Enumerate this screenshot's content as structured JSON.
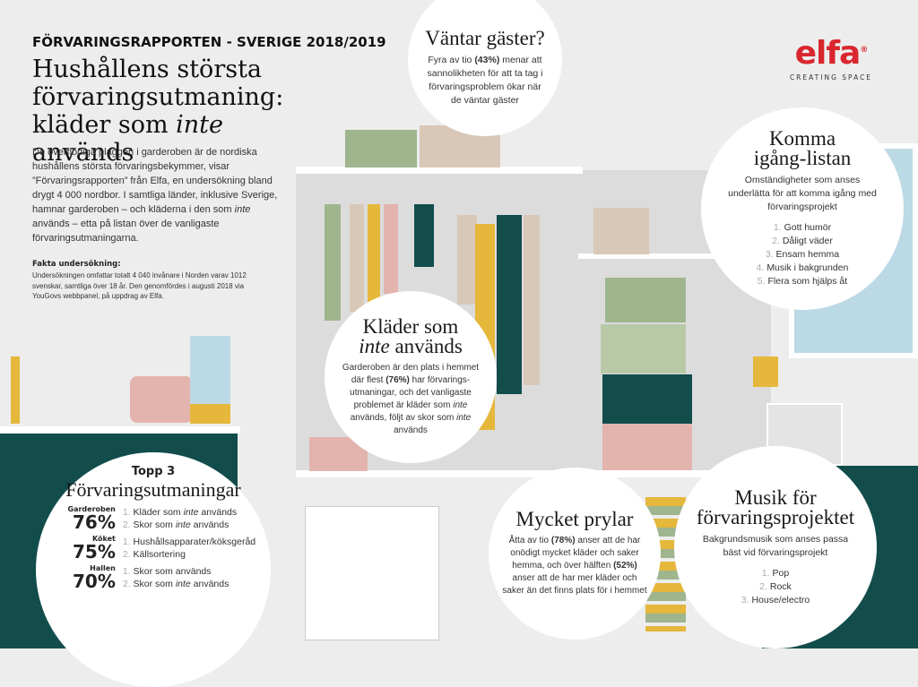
{
  "header": {
    "report_title": "FÖRVARINGSRAPPORTEN - SVERIGE 2018/2019",
    "headline_line1": "Hushållens största",
    "headline_line2": "förvaringsutmaning:",
    "headline_line3_a": "kläder som ",
    "headline_line3_italic": "inte",
    "headline_line3_b": " används",
    "intro_a": "De överflödiga plaggen i garderoben är de nordiska hushållens största förvaringsbekymmer, visar ”Förvaringsrapporten” från Elfa, en undersökning bland drygt 4 000 nordbor. I samtliga länder, inklusive Sverige, hamnar garderoben – och kläderna i den som ",
    "intro_italic": "inte",
    "intro_b": " används – etta på listan över de vanligaste förvaringsutmaningarna.",
    "facts_title": "Fakta undersökning:",
    "facts_text": "Undersökningen omfattar totalt 4 040 invånare i Norden varav 1012 svenskar, samtliga över 18 år. Den genomfördes i augusti 2018 via YouGovs webbpanel, på uppdrag av Elfa."
  },
  "logo": {
    "brand": "elfa",
    "tagline": "CREATING SPACE",
    "color": "#d9262e"
  },
  "guests": {
    "title": "Väntar gäster?",
    "text_a": "Fyra av tio ",
    "pct": "(43%)",
    "text_b": " menar att sannolikheten för att ta tag i förvaringsproblem ökar när de väntar gäster"
  },
  "kickoff": {
    "title_1": "Komma",
    "title_2": "igång-listan",
    "text": "Omständigheter som anses underlätta för att komma igång med förvaringsprojekt",
    "items": [
      {
        "n": "1.",
        "t": "Gott humör"
      },
      {
        "n": "2.",
        "t": "Dåligt väder"
      },
      {
        "n": "3.",
        "t": "Ensam hemma"
      },
      {
        "n": "4.",
        "t": "Musik i bakgrunden"
      },
      {
        "n": "5.",
        "t": "Flera som hjälps åt"
      }
    ]
  },
  "clothes": {
    "title_1": "Kläder som",
    "title_2_italic": "inte",
    "title_2_b": " används",
    "text_a": "Garderoben är den plats i hemmet där flest ",
    "pct": "(76%)",
    "text_b": " har förvarings-utmaningar, och det vanligaste problemet är kläder som ",
    "it1": "inte",
    "text_c": " används, följt av skor som ",
    "it2": "inte",
    "text_d": " används"
  },
  "top3": {
    "kicker": "Topp 3",
    "title": "Förvaringsutmaningar",
    "rooms": [
      {
        "room": "Garderoben",
        "pct": "76%",
        "items": [
          {
            "n": "1.",
            "a": "Kläder som ",
            "i": "inte",
            "b": " används"
          },
          {
            "n": "2.",
            "a": "Skor som ",
            "i": "inte",
            "b": " används"
          }
        ]
      },
      {
        "room": "Köket",
        "pct": "75%",
        "items": [
          {
            "n": "1.",
            "a": "Hushållsapparater/köksgeråd",
            "i": "",
            "b": ""
          },
          {
            "n": "2.",
            "a": "Källsortering",
            "i": "",
            "b": ""
          }
        ]
      },
      {
        "room": "Hallen",
        "pct": "70%",
        "items": [
          {
            "n": "1.",
            "a": "Skor som används",
            "i": "",
            "b": ""
          },
          {
            "n": "2.",
            "a": "Skor som ",
            "i": "inte",
            "b": " används"
          }
        ]
      }
    ]
  },
  "stuff": {
    "title": "Mycket prylar",
    "text_a": "Åtta av tio ",
    "pct1": "(78%)",
    "text_b": " anser att de har onödigt mycket kläder och saker hemma, och över hälften ",
    "pct2": "(52%)",
    "text_c": " anser att de har mer kläder och saker än det finns plats för i hemmet"
  },
  "music": {
    "title_1": "Musik för",
    "title_2": "förvaringsprojektet",
    "text": "Bakgrundsmusik som anses passa bäst vid förvaringsprojekt",
    "items": [
      {
        "n": "1.",
        "t": "Pop"
      },
      {
        "n": "2.",
        "t": "Rock"
      },
      {
        "n": "3.",
        "t": "House/electro"
      }
    ]
  },
  "colors": {
    "teal": "#124d4c",
    "background": "#ededed",
    "window": "#bcd9e6",
    "mustard": "#e5b73b",
    "sage": "#9fb58e",
    "pink": "#e3b3ad"
  }
}
